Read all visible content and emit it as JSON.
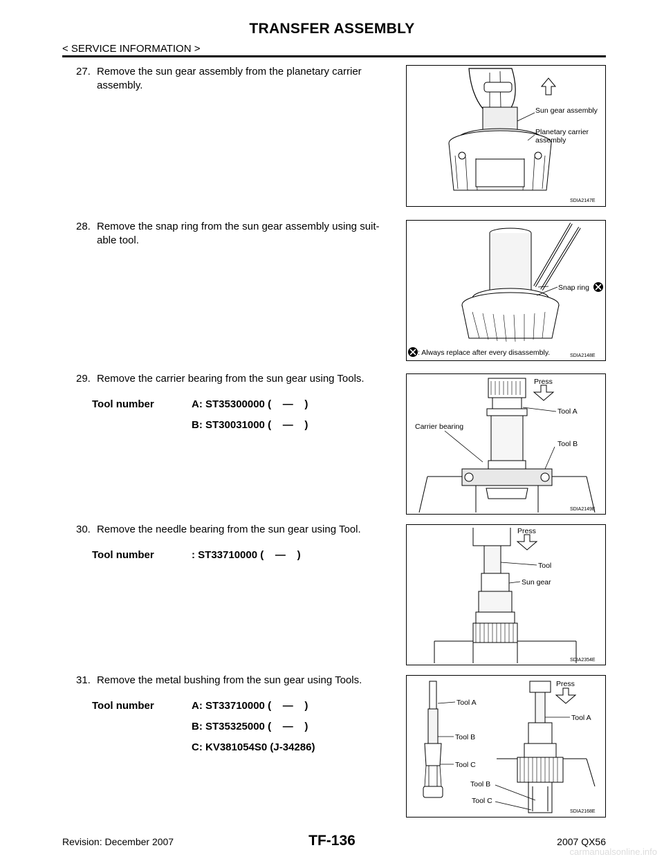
{
  "header": {
    "title": "TRANSFER ASSEMBLY",
    "section": "< SERVICE INFORMATION >"
  },
  "steps": [
    {
      "number": "27.",
      "text_line1": "Remove the sun gear assembly from the planetary carrier",
      "text_line2": "assembly.",
      "figure": {
        "code": "SDIA2147E",
        "labels": [
          "Sun gear assembly",
          "Planetary carrier",
          "assembly"
        ]
      }
    },
    {
      "number": "28.",
      "text_line1": "Remove the snap ring from the sun gear assembly using suit-",
      "text_line2": "able tool.",
      "figure": {
        "code": "SDIA2148E",
        "labels": [
          "Snap ring",
          ": Always replace after every disassembly."
        ]
      }
    },
    {
      "number": "29.",
      "text_line1": "Remove the carrier bearing from the sun gear using Tools.",
      "tools": [
        {
          "label": "Tool number",
          "value": "A: ST35300000 (    —    )"
        },
        {
          "label": "",
          "value": "B: ST30031000 (    —    )"
        }
      ],
      "figure": {
        "code": "SDIA2149E",
        "labels": [
          "Press",
          "Tool A",
          "Carrier bearing",
          "Tool B"
        ]
      }
    },
    {
      "number": "30.",
      "text_line1": "Remove the needle bearing from the sun gear using Tool.",
      "tools": [
        {
          "label": "Tool number",
          "value": ": ST33710000 (    —    )"
        }
      ],
      "figure": {
        "code": "SDIA2354E",
        "labels": [
          "Press",
          "Tool",
          "Sun gear"
        ]
      }
    },
    {
      "number": "31.",
      "text_line1": "Remove the metal bushing from the sun gear using Tools.",
      "tools": [
        {
          "label": "Tool number",
          "value": "A: ST33710000 (    —    )"
        },
        {
          "label": "",
          "value": "B: ST35325000 (    —    )"
        },
        {
          "label": "",
          "value": "C: KV381054S0 (J-34286)"
        }
      ],
      "figure": {
        "code": "SDIA2168E",
        "labels": [
          "Tool A",
          "Press",
          "Tool A",
          "Tool B",
          "Tool C",
          "Tool B",
          "Tool C"
        ]
      }
    }
  ],
  "footer": {
    "revision": "Revision: December 2007",
    "page_number": "TF-136",
    "model": "2007 QX56",
    "watermark": "carmanualsonline.info"
  },
  "colors": {
    "text": "#000000",
    "figure_line": "#000000",
    "figure_fill": "#e6e6e6",
    "watermark": "#dddddd"
  }
}
